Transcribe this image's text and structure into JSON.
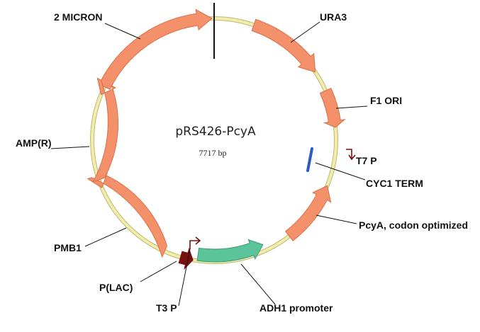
{
  "plasmid": {
    "name": "pRS426-PcyA",
    "size": "7717 bp"
  },
  "colors": {
    "feature": "#f4906a",
    "feature_stroke": "#d9704a",
    "promoter": "#5cc49a",
    "promoter_stroke": "#3a9a72",
    "plac": "#7a0f0f",
    "terminator": "#2b5cc4",
    "backbone": "#f2eeaa",
    "backbone_stroke": "#bdb77a",
    "leader": "#111111",
    "site_arrow": "#7a1010"
  },
  "labels": {
    "micron": "2 MICRON",
    "ura3": "URA3",
    "f1ori": "F1 ORI",
    "t7p": "T7 P",
    "cyc1": "CYC1 TERM",
    "pcya": "PcyA, codon optimized",
    "adh1": "ADH1 promoter",
    "t3p": "T3 P",
    "plac": "P(LAC)",
    "pmb1": "PMB1",
    "ampr": "AMP(R)"
  }
}
